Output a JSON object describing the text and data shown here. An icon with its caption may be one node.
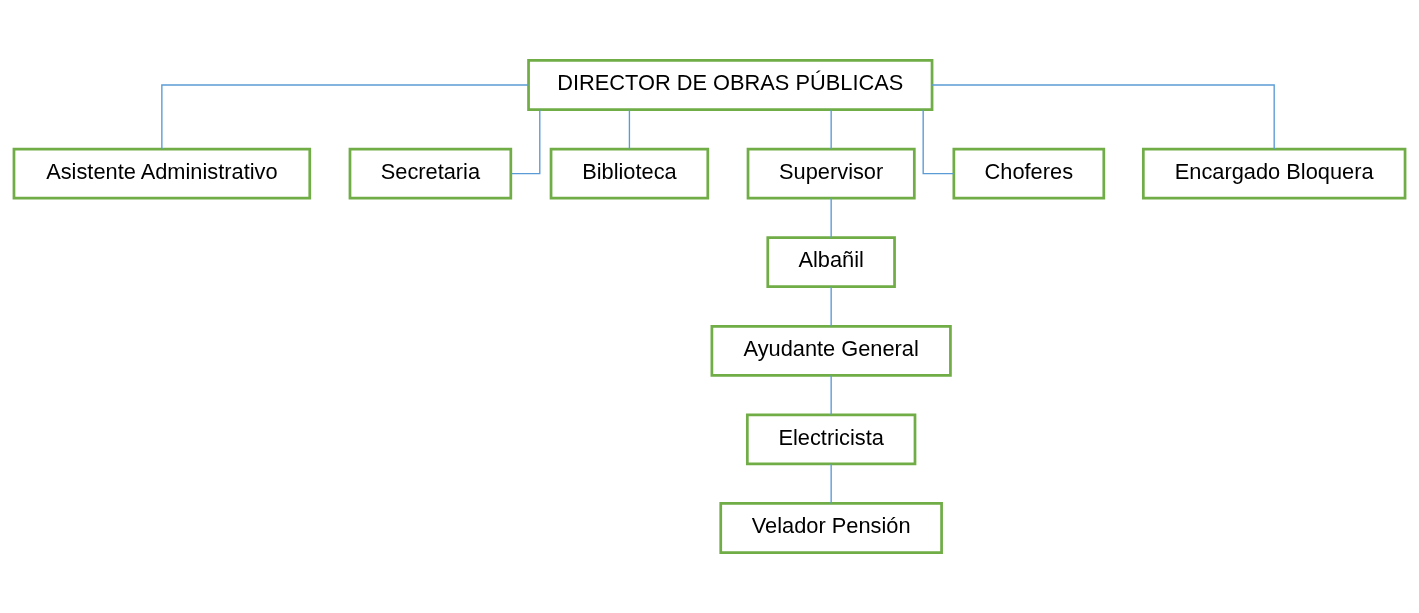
{
  "diagram": {
    "nodes": [
      {
        "text": [
          "DIRECTOR DE OBRAS PÚBLICAS"
        ]
      },
      {
        "text": [
          "Asistente Administrativo"
        ]
      },
      {
        "text": [
          "Secretaria"
        ]
      },
      {
        "text": [
          "Biblioteca"
        ]
      },
      {
        "text": [
          "Supervisor"
        ]
      },
      {
        "text": [
          "Choferes"
        ]
      },
      {
        "text": [
          "Encargado Bloquera"
        ]
      },
      {
        "text": [
          "Albañil"
        ]
      },
      {
        "text": [
          "Ayudante General"
        ]
      },
      {
        "text": [
          "Electricista"
        ]
      },
      {
        "text": [
          "Velador Pensión"
        ]
      }
    ],
    "edges": [
      {
        "from": 0,
        "to": 1,
        "arrow": "none"
      },
      {
        "from": 0,
        "to": 2,
        "arrow": "none"
      },
      {
        "from": 0,
        "to": 3,
        "arrow": "none"
      },
      {
        "from": 0,
        "to": 4,
        "arrow": "none"
      },
      {
        "from": 0,
        "to": 5,
        "arrow": "none"
      },
      {
        "from": 0,
        "to": 6,
        "arrow": "none"
      },
      {
        "from": 4,
        "to": 7,
        "arrow": "none"
      },
      {
        "from": 7,
        "to": 8,
        "arrow": "none"
      },
      {
        "from": 8,
        "to": 9,
        "arrow": "none"
      },
      {
        "from": 9,
        "to": 10,
        "arrow": "none"
      }
    ]
  }
}
